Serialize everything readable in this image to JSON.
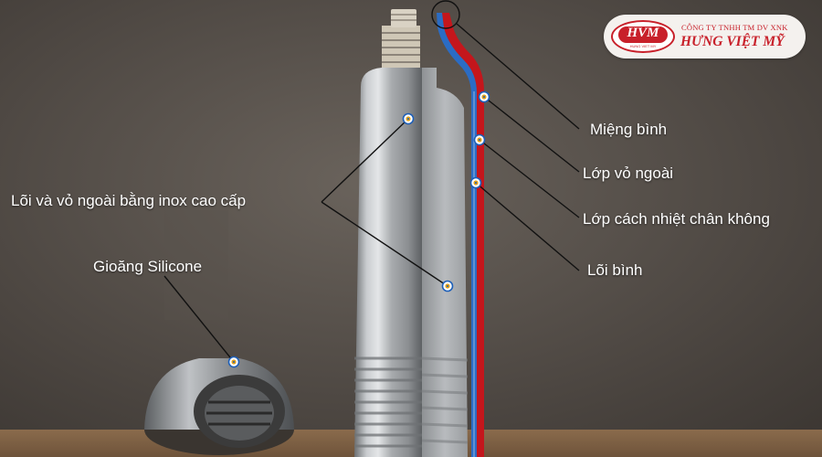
{
  "labels": {
    "core_and_shell": "Lõi và vỏ ngoài bằng inox cao cấp",
    "silicone_gasket": "Gioăng Silicone",
    "bottle_mouth": "Miệng bình",
    "outer_shell": "Lớp vỏ ngoài",
    "vacuum_layer": "Lớp cách nhiệt chân không",
    "inner_core": "Lõi bình"
  },
  "logo": {
    "mark": "HVM",
    "sub": "HUNG VIET MY",
    "company_line": "CÔNG TY TNHH TM DV XNK",
    "company_name": "HƯNG VIỆT MỸ"
  },
  "colors": {
    "outer_layer_red": "#c4161c",
    "inner_layer_blue": "#2b6cc4",
    "steel": "#b9bcbf",
    "brand_red": "#c8202a"
  }
}
